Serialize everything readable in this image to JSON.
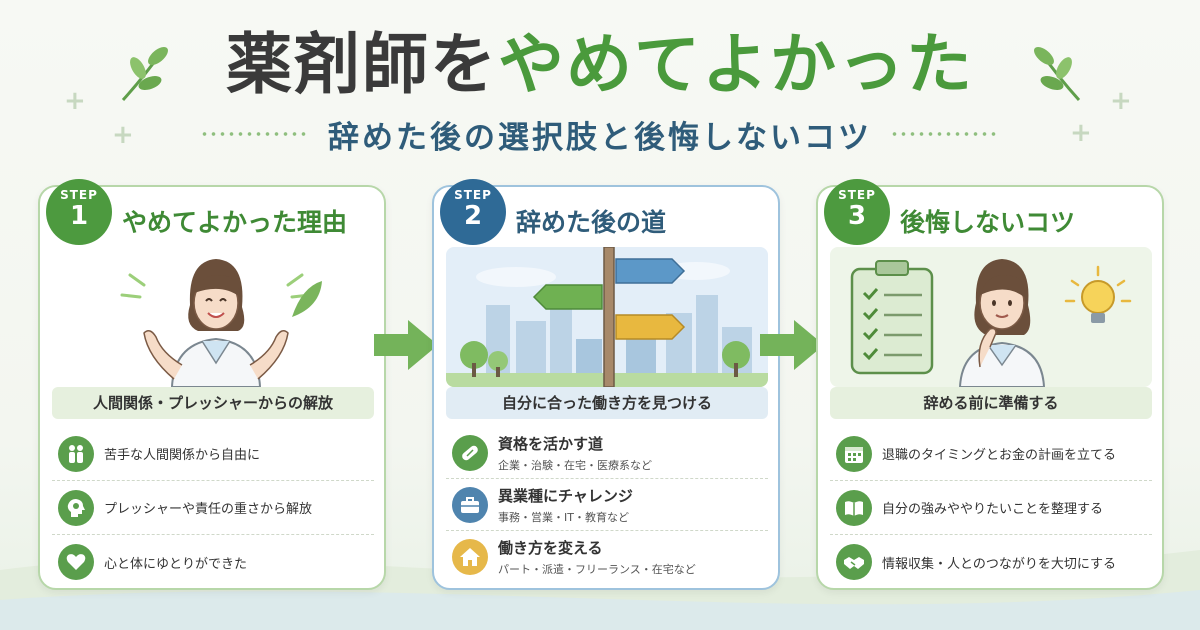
{
  "header": {
    "title_part1": "薬剤師を",
    "title_part2": "やめてよかった",
    "subtitle": "辞めた後の選択肢と後悔しないコツ"
  },
  "colors": {
    "green": "#4a9a3c",
    "navy": "#2f5c7a",
    "dark": "#3a3a3a"
  },
  "steps": [
    {
      "step_label": "STEP",
      "number": "1",
      "title": "やめてよかった理由",
      "banner": "人間関係・プレッシャーからの解放",
      "items": [
        {
          "icon": "people-icon",
          "text": "苦手な人間関係から自由に"
        },
        {
          "icon": "head-lightbulb-icon",
          "text": "プレッシャーや責任の重さから解放"
        },
        {
          "icon": "heart-icon",
          "text": "心と体にゆとりができた"
        }
      ]
    },
    {
      "step_label": "STEP",
      "number": "2",
      "title": "辞めた後の道",
      "banner": "自分に合った働き方を見つける",
      "items": [
        {
          "icon": "pill-icon",
          "text": "資格を活かす道",
          "sub": "企業・治験・在宅・医療系など"
        },
        {
          "icon": "briefcase-icon",
          "text": "異業種にチャレンジ",
          "sub": "事務・営業・IT・教育など"
        },
        {
          "icon": "house-icon",
          "text": "働き方を変える",
          "sub": "パート・派遣・フリーランス・在宅など"
        }
      ]
    },
    {
      "step_label": "STEP",
      "number": "3",
      "title": "後悔しないコツ",
      "banner": "辞める前に準備する",
      "items": [
        {
          "icon": "calendar-icon",
          "text": "退職のタイミングとお金の計画を立てる"
        },
        {
          "icon": "book-icon",
          "text": "自分の強みややりたいことを整理する"
        },
        {
          "icon": "handshake-icon",
          "text": "情報収集・人とのつながりを大切にする"
        }
      ]
    }
  ]
}
